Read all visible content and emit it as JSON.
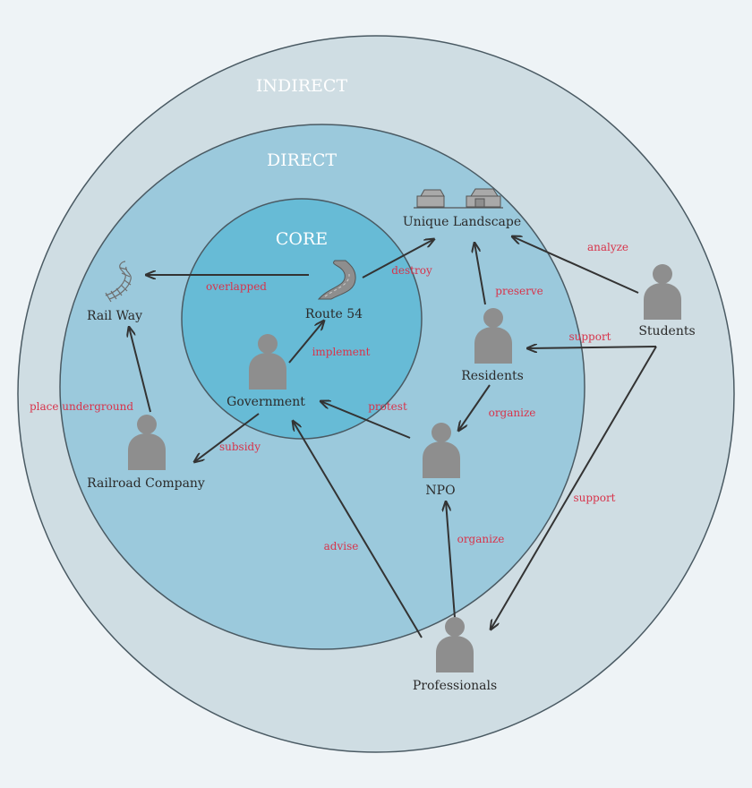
{
  "colors": {
    "indirect_fill": "#cfdde3",
    "direct_fill": "#9bc9dc",
    "core_fill": "#67bbd6",
    "ring_stroke": "#4a5a63",
    "person": "#8e8e8e",
    "edge_text": "#d8334a",
    "arrow": "#333333"
  },
  "rings": {
    "indirect": "INDIRECT",
    "direct": "DIRECT",
    "core": "CORE"
  },
  "nodes": {
    "rail_way": "Rail Way",
    "route54": "Route 54",
    "unique_landscape": "Unique Landscape",
    "government": "Government",
    "residents": "Residents",
    "students": "Students",
    "railroad_company": "Railroad Company",
    "npo": "NPO",
    "professionals": "Professionals"
  },
  "edges": {
    "overlapped": "overlapped",
    "destroy": "destroy",
    "implement": "implement",
    "preserve": "preserve",
    "analyze": "analyze",
    "support_residents": "support",
    "support_professionals": "support",
    "organize_residents": "organize",
    "organize_professionals": "organize",
    "protest": "protest",
    "subsidy": "subsidy",
    "place_underground": "place underground",
    "advise": "advise"
  },
  "icons": {
    "person": "person-icon",
    "road": "road-icon",
    "railway": "railway-icon",
    "houses": "houses-icon"
  }
}
